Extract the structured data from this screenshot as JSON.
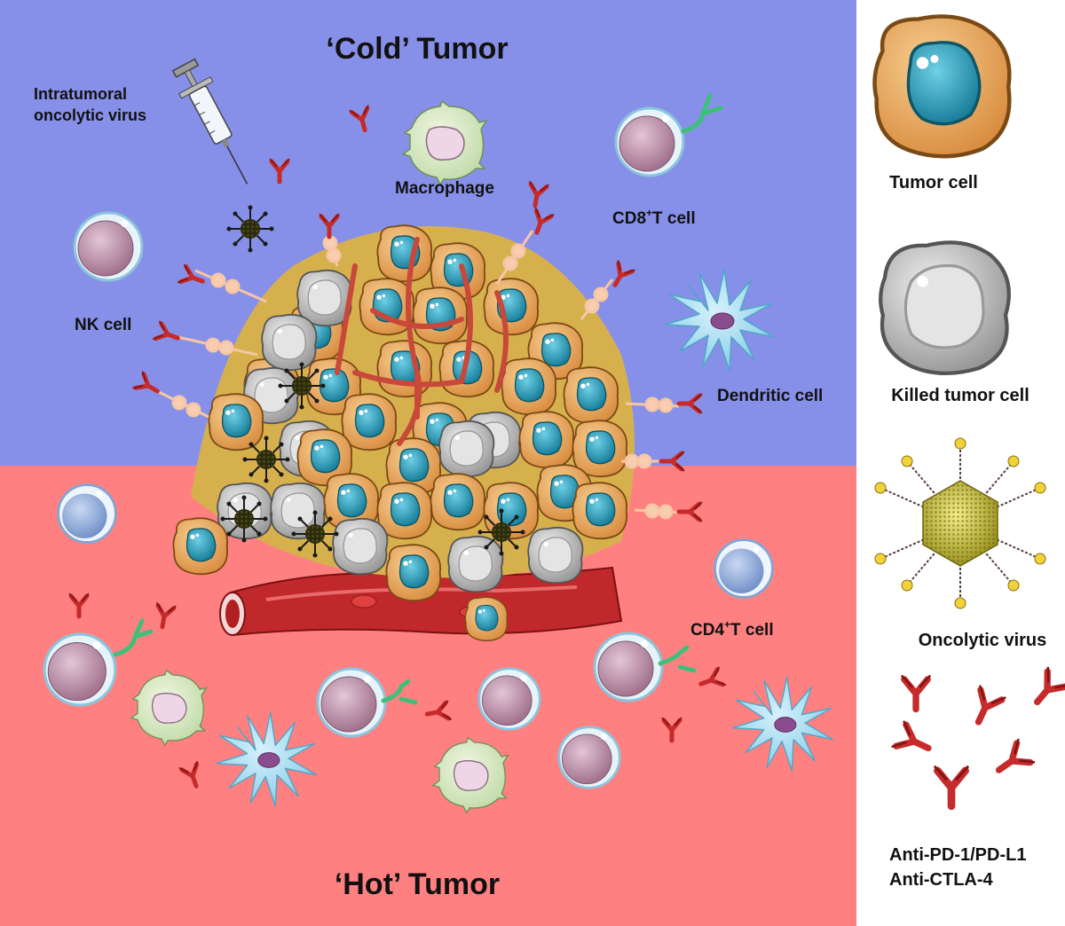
{
  "panels": {
    "cold": {
      "title": "‘Cold’ Tumor",
      "color": "#8790e8"
    },
    "hot": {
      "title": "‘Hot’ Tumor",
      "color": "#ff8080"
    }
  },
  "labels": {
    "virus_line1": "Intratumoral",
    "virus_line2": "oncolytic virus",
    "macrophage": "Macrophage",
    "cd8_prefix": "CD8",
    "cd8_sup": "+",
    "cd8_suffix": "T cell",
    "nk": "NK cell",
    "dendritic": "Dendritic cell",
    "cd4_prefix": "CD4",
    "cd4_sup": "+",
    "cd4_suffix": "T cell"
  },
  "legend": {
    "tumor_cell": "Tumor cell",
    "killed_tumor_cell": "Killed tumor cell",
    "oncolytic_virus": "Oncolytic virus",
    "antibody_line1": "Anti-PD-1/PD-L1",
    "antibody_line2": "Anti-CTLA-4"
  },
  "colors": {
    "tumor_body": "#e8a95e",
    "tumor_nucleus": "#1f9bb8",
    "killed_cell": "#b8b8b8",
    "antibody": "#c62a2a",
    "vessel": "#c0282c",
    "virus_gold": "#d8cc3a"
  },
  "icons": {
    "syringe": "syringe-icon",
    "virus": "virus-icon",
    "antibody": "antibody-icon",
    "tumor": "tumor-cell-icon",
    "killed": "killed-tumor-cell-icon"
  }
}
